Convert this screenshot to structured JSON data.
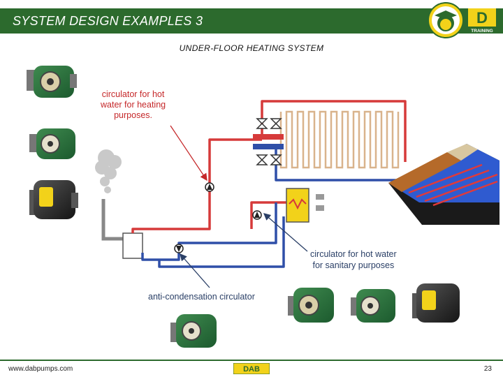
{
  "header": {
    "title": "SYSTEM DESIGN EXAMPLES 3",
    "logo_letter": "D",
    "logo_caption": "TRAINING"
  },
  "subtitle": "UNDER-FLOOR HEATING SYSTEM",
  "labels": {
    "heating_circulator": [
      "circulator for hot",
      "water for heating",
      "purposes."
    ],
    "sanitary_circulator": [
      "circulator for hot water",
      "for sanitary purposes"
    ],
    "anti_condensation": "anti-condensation circulator"
  },
  "footer": {
    "url": "www.dabpumps.com",
    "page": "23",
    "brand": "DAB"
  },
  "colors": {
    "header_green": "#2c6a2d",
    "hot_pipe": "#d63a3a",
    "cold_pipe": "#2f4fa8",
    "note_red": "#c5282a",
    "note_dark": "#2a3f66",
    "boiler_yellow": "#f2d21a"
  },
  "icons": [
    "circulator-pump-icon",
    "chimney-smoke-icon",
    "boiler-icon",
    "valve-icon",
    "heat-exchanger-icon",
    "floor-section-icon"
  ]
}
